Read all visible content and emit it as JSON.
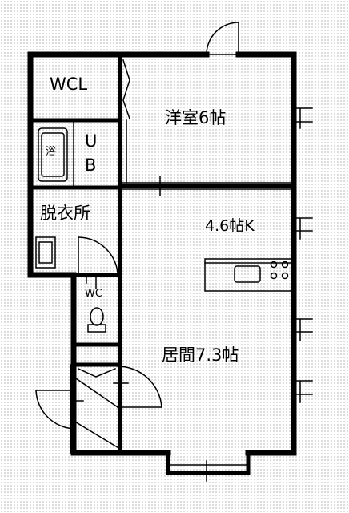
{
  "rooms": {
    "wcl": "WCL",
    "western_room": "洋室6帖",
    "unit_bath_u": "U",
    "unit_bath_b": "B",
    "bath": "浴",
    "dressing": "脱衣所",
    "kitchen": "4.6帖K",
    "wc": "WC",
    "living": "居間7.3帖"
  }
}
